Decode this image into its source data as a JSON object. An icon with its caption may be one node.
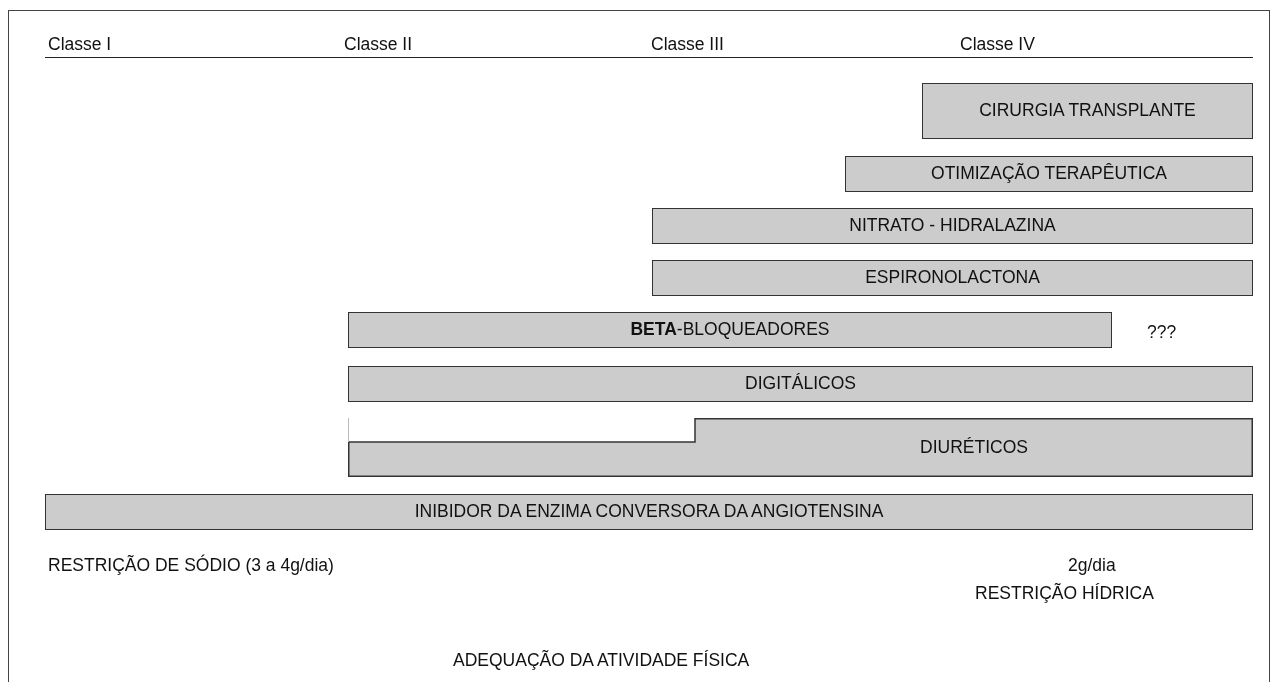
{
  "diagram": {
    "nodes": [
      {
        "text": [
          "CIRURGIA TRANSPLANTE"
        ]
      },
      {
        "text": [
          "OTIMIZAÇÃO TERAPÊUTICA"
        ]
      },
      {
        "text": [
          "NITRATO - HIDRALAZINA"
        ]
      },
      {
        "text": [
          "ESPIRONOLACTONA"
        ]
      },
      {
        "text": [
          "**BETA**-BLOQUEADORES"
        ]
      },
      {
        "text": [
          "DIGITÁLICOS"
        ]
      },
      {
        "text": [
          "DIURÉTICOS"
        ]
      },
      {
        "text": [
          "INIBIDOR DA ENZIMA CONVERSORA DA ANGIOTENSINA"
        ]
      }
    ],
    "labels": [
      "Classe I",
      "Classe II",
      "Classe III",
      "Classe IV",
      "???",
      "RESTRIÇÃO DE SÓDIO (3 a 4g/dia)",
      "2g/dia",
      "RESTRIÇÃO HÍDRICA",
      "ADEQUAÇÃO DA ATIVIDADE FÍSICA"
    ]
  }
}
